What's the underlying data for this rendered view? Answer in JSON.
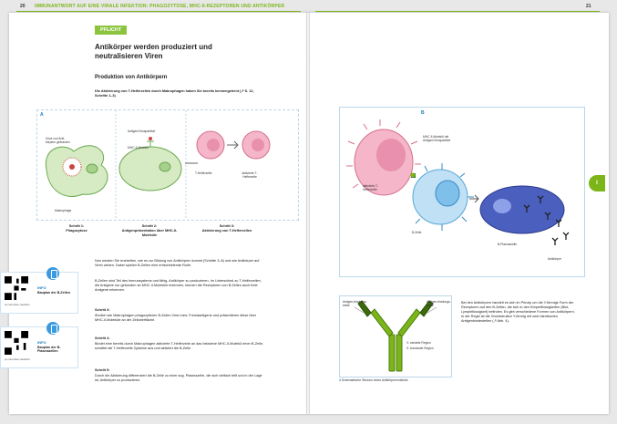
{
  "header": {
    "left_page_number": "20",
    "left_running_head": "IMMUNANTWORT AUF EINE VIRALE INFEKTION: PHAGOZYTOSE, MHC-II-REZEPTOREN UND ANTIKÖRPER",
    "right_page_number": "21"
  },
  "section": {
    "tag": "PFLICHT",
    "title": "Antikörper werden produziert und neutralisieren Viren",
    "subtitle": "Produktion von Antikörpern",
    "intro": "Die Aktivierung von T-Helferzellen durch Makrophagen haben Sie bereits kennengelernt (↗ S. 12, Schritte 1–3)"
  },
  "figure_a": {
    "letter": "A",
    "labels": {
      "virus": "Virus von Anti-körpern gebunden",
      "macrophage": "Makrophage",
      "antigen": "Antigen/Viruspartikel",
      "mhc": "MHC-II-Molekül",
      "th_cell": "T-Helferzelle",
      "activated": "aktivierte T-Helferzelle"
    },
    "steps": [
      {
        "title": "Schritt 1:",
        "text": "Phagozytose"
      },
      {
        "title": "Schritt 2:",
        "text": "Antigenpräsentation über MHC-II-Moleküle"
      },
      {
        "title": "Schritt 3:",
        "text": "Aktivierung von T-Helferzellen"
      }
    ]
  },
  "paragraphs": {
    "p1": "Nun werden Sie erarbeiten, wie es zur Bildung von Antikörpern kommt (Schritte 3–8) und wie Antikörper auf Viren wirken. Dabei spielen B-Zellen eine entscheidende Rolle.",
    "p2": "B-Zellen sind Teil des Immunsystems und fähig, Antikörper zu produzieren. Im Unterschied zu T-Helferzellen, die Antigene nur gebunden an MHC-II-Moleküle erkennen, können die Rezeptoren von B-Zellen auch freie Antigene erkennen.",
    "p3_title": "Schritt 3:",
    "p3": "Ähnlich wie Makrophagen phagozytieren B-Zellen Viren bzw. Fremdantigene und präsentieren diese über MHC-II-Moleküle an der Zelloberfläche.",
    "p4_title": "Schritt 4:",
    "p4": "Bindet eine bereits durch Makrophagen aktivierte T-Helferzelle an das beladene MHC-II-Molekül einer B-Zelle, schüttet die T-Helferzelle Zytokine aus und aktiviert die B-Zelle.",
    "p5_title": "Schritt 5:",
    "p5": "Durch die Aktivierung differenziert die B-Zelle zu einer sog. Plasmazelle, die sich vielfach teilt und in der Lage ist, Antikörper zu produzieren."
  },
  "info_boxes": [
    {
      "heading": "INFO",
      "text": "Bauplan der B-Zellen",
      "code": "qr.cornelsen.de/abc1"
    },
    {
      "heading": "INFO",
      "text": "Bauplan der B-Plasmazellen",
      "code": "qr.cornelsen.de/abc2"
    }
  ],
  "figure_b": {
    "letter": "B",
    "labels": {
      "mhc_antigen": "MHC-II-Molekül mit Antigen/Viruspartikel",
      "activated_th": "aktivierte T-Helferzelle",
      "b_cell": "B-Zelle",
      "plasma": "B-Plasmazelle",
      "antibody": "Antikörper"
    }
  },
  "antibody_figure": {
    "labels": {
      "antigen_site_left": "Antigen-bindungs-stelle",
      "antigen_site_right": "Antigen-bindungs-stelle",
      "variable": "V: variable Region",
      "constant": "K: konstante Region"
    },
    "caption_num": "4",
    "caption": "Schematische Struktur eines Antikörpermoleküls"
  },
  "right_text": "Bei den Antikörpern handelt es sich im Prinzip um die Y-förmige Form der Rezeptoren auf den B-Zellen, die sich in den Körperflüssigkeiten (Blut, Lymphflüssigkeit) befinden. Es gibt verschiedene Formen von Antikörpern. In der Regel ist die Grundstruktur Y-förmig mit zwei identischen Antigenbindestellen (↗ Abb. 4).",
  "side_tab": "I",
  "colors": {
    "accent_green": "#8bc53f",
    "accent_blue": "#1a7fc1",
    "cell_pink": "#f4b6c8",
    "cell_green": "#d6ebc3",
    "cell_blue": "#bfe0f5",
    "plasma_blue": "#4b5fbf"
  }
}
